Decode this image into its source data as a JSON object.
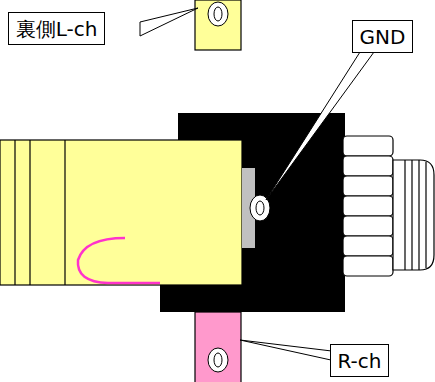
{
  "diagram": {
    "nodes": [
      {
        "text": [
          "裏側L-ch"
        ]
      },
      {
        "text": [
          "GND"
        ]
      },
      {
        "text": [
          "R-ch"
        ]
      }
    ]
  }
}
